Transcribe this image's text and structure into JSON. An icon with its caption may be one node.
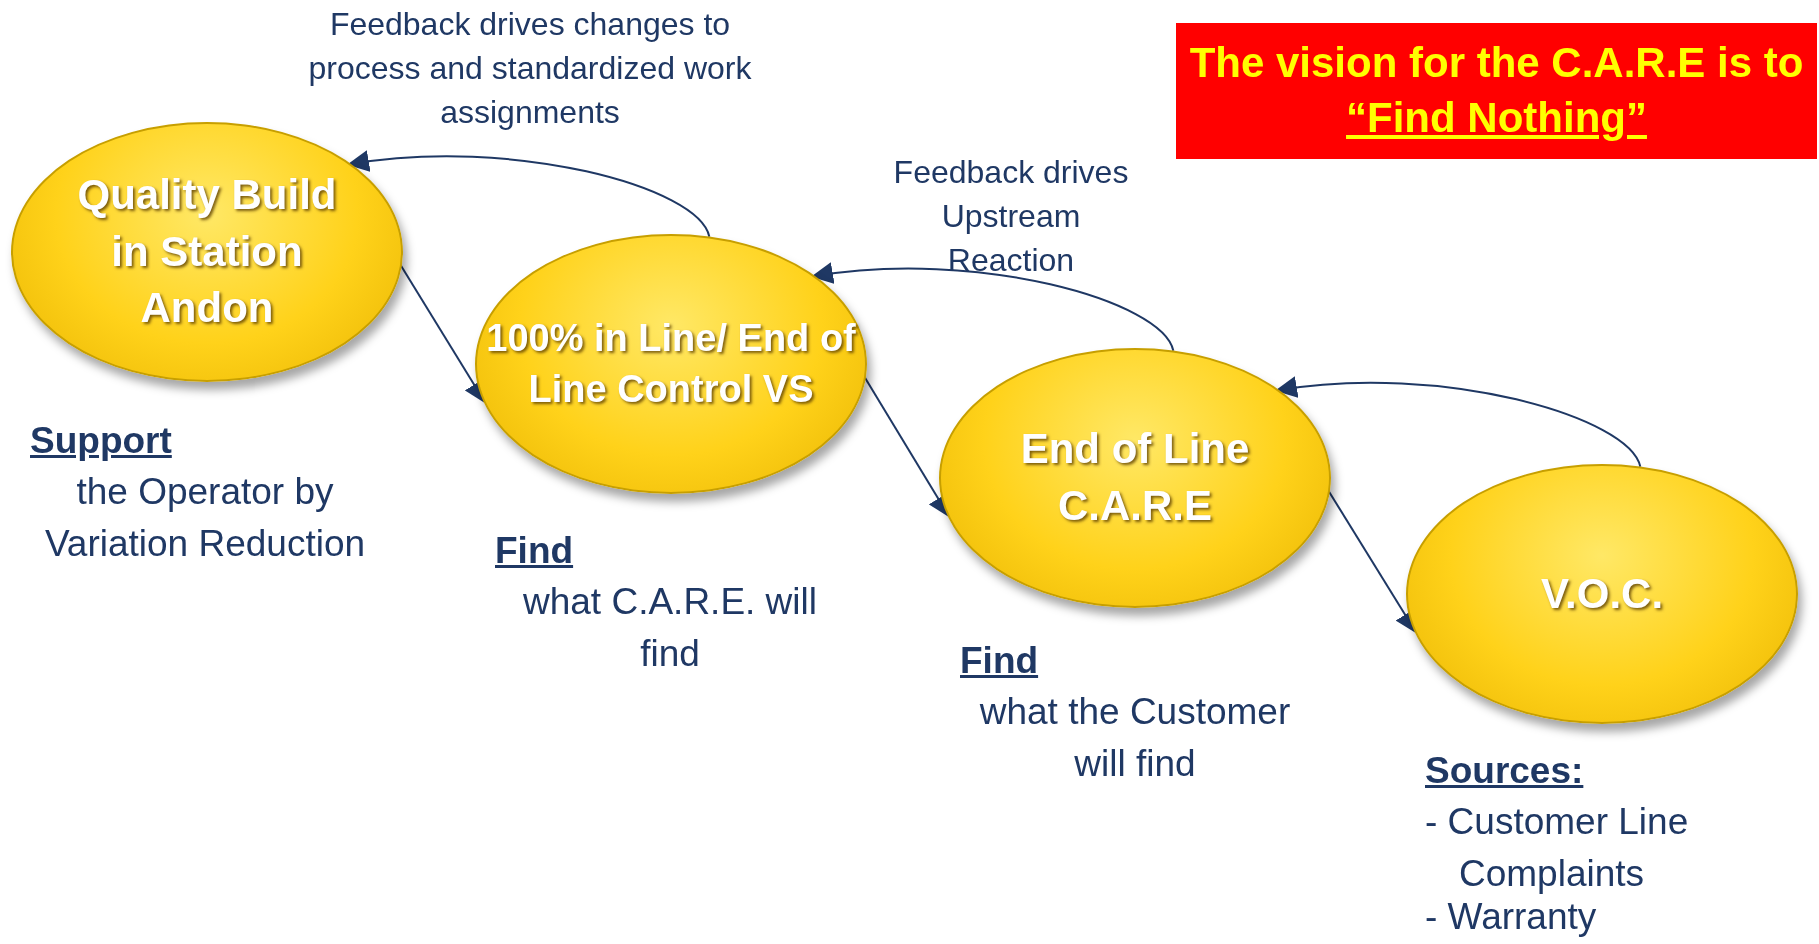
{
  "diagram": {
    "nodes": [
      {
        "text": [
          "Quality Build in Station Andon"
        ],
        "beside": [
          "Support",
          "the Operator by Variation Reduction"
        ]
      },
      {
        "text": [
          "100% in Line/ End of Line Control VS"
        ],
        "beside": [
          "Find",
          "what C.A.R.E. will find"
        ]
      },
      {
        "text": [
          "End of Line C.A.R.E"
        ],
        "beside": [
          "Find",
          "what the Customer will find"
        ]
      },
      {
        "text": [
          "V.O.C."
        ],
        "beside": [
          "Sources:",
          "- Customer Line Complaints",
          "- Warranty"
        ]
      },
      {
        "text": [
          "The vision for the C.A.R.E is to",
          "“Find Nothing”"
        ]
      }
    ],
    "edges": [
      {
        "from": 0,
        "to": 1,
        "arrow": "to"
      },
      {
        "from": 1,
        "to": 2,
        "arrow": "to"
      },
      {
        "from": 2,
        "to": 3,
        "arrow": "to"
      },
      {
        "from": 1,
        "to": 0,
        "arrow": "to",
        "label": "Feedback drives changes to process and standardized work assignments"
      },
      {
        "from": 2,
        "to": 1,
        "arrow": "to",
        "label": "Feedback drives Upstream Reaction"
      },
      {
        "from": 3,
        "to": 2,
        "arrow": "to"
      }
    ]
  }
}
